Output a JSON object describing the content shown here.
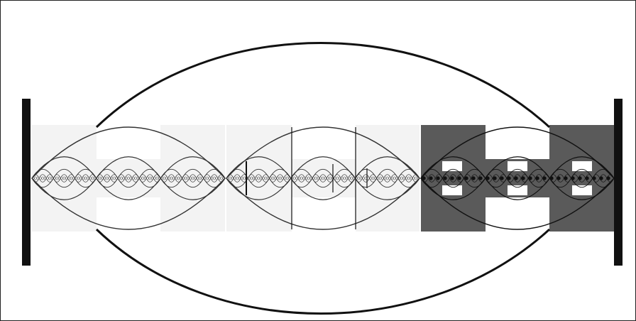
{
  "figure": {
    "kind": "fractal string vibration diagram",
    "text_labels": [],
    "colors": {
      "background": "#ffffff",
      "frame": "#222222",
      "ink": "#111111",
      "light_band": "#f3f3f3",
      "dark_band": "#5a5a5a",
      "inner_white": "#ffffff"
    },
    "panels": [
      {
        "id": "left-panel",
        "shade": "light",
        "subdivision_levels": 4
      },
      {
        "id": "middle-panel",
        "shade": "light",
        "subdivision_levels": 4
      },
      {
        "id": "right-panel",
        "shade": "dark",
        "subdivision_levels": 3
      }
    ]
  }
}
